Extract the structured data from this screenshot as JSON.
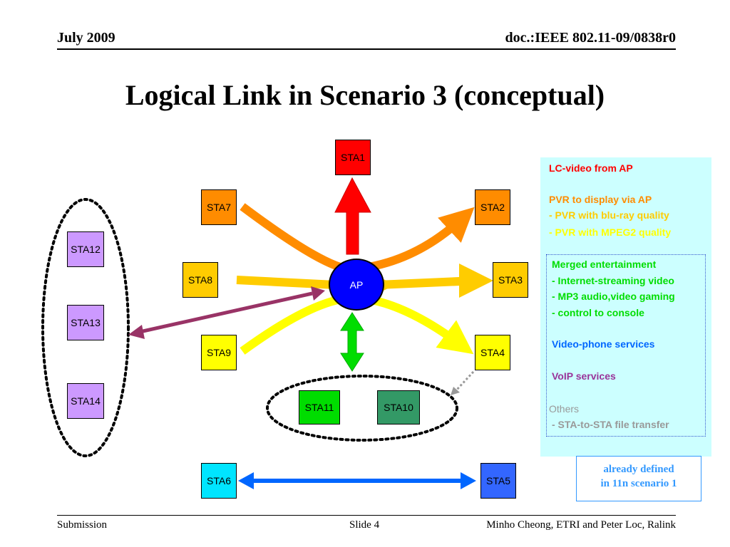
{
  "header": {
    "date": "July 2009",
    "doc_id": "doc.:IEEE 802.11-09/0838r0"
  },
  "title": "Logical Link in Scenario 3 (conceptual)",
  "nodes": {
    "ap": "AP",
    "sta1": "STA1",
    "sta2": "STA2",
    "sta3": "STA3",
    "sta4": "STA4",
    "sta5": "STA5",
    "sta6": "STA6",
    "sta7": "STA7",
    "sta8": "STA8",
    "sta9": "STA9",
    "sta10": "STA10",
    "sta11": "STA11",
    "sta12": "STA12",
    "sta13": "STA13",
    "sta14": "STA14"
  },
  "legend": {
    "lc_video": "LC-video from AP",
    "pvr": "PVR to display via AP",
    "pvr_bluray": "- PVR with blu-ray quality",
    "pvr_mpeg2": "- PVR with MPEG2 quality",
    "merged": "Merged entertainment",
    "merged_streaming": "- Internet-streaming video",
    "merged_mp3": "- MP3 audio,video gaming",
    "merged_console": "- control to console",
    "videophone": "Video-phone services",
    "voip": "VoIP services",
    "others": "Others",
    "others_file": "- STA-to-STA file transfer"
  },
  "callout": {
    "line1": "already defined",
    "line2": "in 11n scenario 1"
  },
  "colors": {
    "red": "#ff0000",
    "orange": "#ff8c00",
    "gold": "#ffcc00",
    "yellow": "#ffff00",
    "green": "#00dd00",
    "dark_green": "#339966",
    "purple": "#993366",
    "lavender": "#cc99ff",
    "blue": "#0066ff",
    "cyan": "#00e5ff",
    "ap_blue": "#0000ff",
    "legend_bg": "#ccffff"
  },
  "footer": {
    "left": "Submission",
    "center": "Slide 4",
    "right": "Minho Cheong, ETRI and Peter Loc, Ralink"
  }
}
